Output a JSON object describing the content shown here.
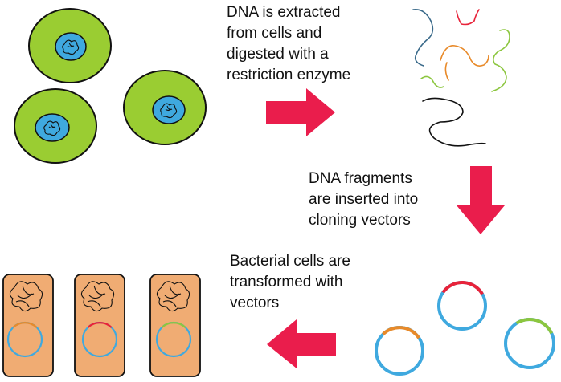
{
  "steps": {
    "extraction": {
      "lines": [
        "DNA is extracted",
        "from cells and",
        "digested with a",
        "restriction enzyme"
      ]
    },
    "insertion": {
      "lines": [
        "DNA fragments",
        "are inserted into",
        "cloning vectors"
      ]
    },
    "transformation": {
      "lines": [
        "Bacterial cells are",
        "transformed with",
        "vectors"
      ]
    }
  },
  "colors": {
    "cell_cytoplasm": "#9acd32",
    "cell_nucleus": "#3fa9df",
    "bacterium_fill": "#f0ac73",
    "arrow": "#ea1d4c",
    "plasmid": "#3fa9df",
    "insert_red": "#e8233a",
    "insert_orange": "#e88a2a",
    "insert_green": "#8cc63f",
    "fragment_blue": "#3a6a8a",
    "fragment_black": "#111111"
  }
}
